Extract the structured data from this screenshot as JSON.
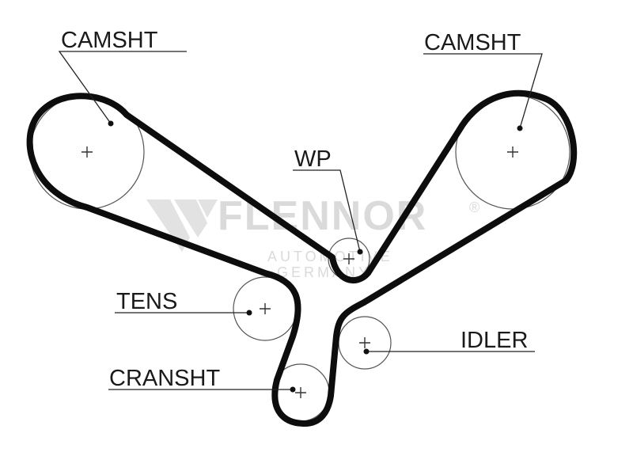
{
  "labels": {
    "camshaft_left": "CAMSHT",
    "camshaft_right": "CAMSHT",
    "water_pump": "WP",
    "tensioner": "TENS",
    "idler": "IDLER",
    "crankshaft": "CRANSHT"
  },
  "watermark": {
    "brand": "FLENNOR",
    "registered": "®",
    "line1": "AUTOMOTIVE",
    "line2": "GERMANY",
    "color": "#dadada"
  },
  "colors": {
    "belt": "#0d0d0d",
    "outline": "#555555",
    "text": "#1a1a1a"
  }
}
